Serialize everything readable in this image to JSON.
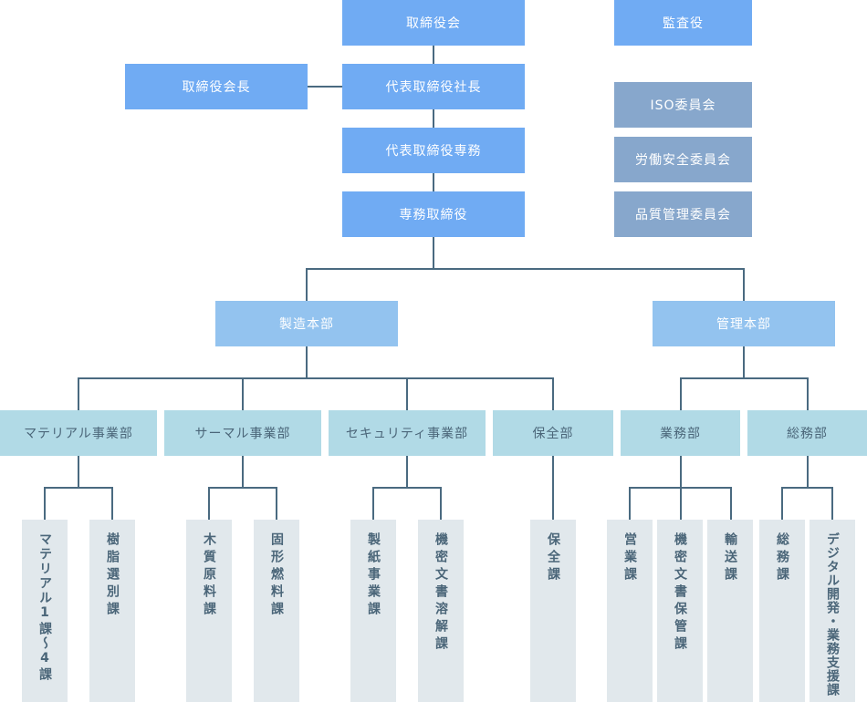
{
  "executives": {
    "board": "取締役会",
    "chairman": "取締役会長",
    "president": "代表取締役社長",
    "rep_senior_md": "代表取締役専務",
    "senior_md": "専務取締役"
  },
  "auditor": "監査役",
  "committees": [
    "ISO委員会",
    "労働安全委員会",
    "品質管理委員会"
  ],
  "headquarters": {
    "manufacturing": "製造本部",
    "management": "管理本部"
  },
  "departments": [
    {
      "name": "マテリアル事業部",
      "sections": [
        "マテリアル1課～4課",
        "樹脂選別課"
      ]
    },
    {
      "name": "サーマル事業部",
      "sections": [
        "木質原料課",
        "固形燃料課"
      ]
    },
    {
      "name": "セキュリティ事業部",
      "sections": [
        "製紙事業課",
        "機密文書溶解課"
      ]
    },
    {
      "name": "保全部",
      "sections": [
        "保全課"
      ]
    },
    {
      "name": "業務部",
      "sections": [
        "営業課",
        "機密文書保管課",
        "輸送課"
      ]
    },
    {
      "name": "総務部",
      "sections": [
        "総務課",
        "デジタル開発・業務支援課"
      ]
    }
  ],
  "colors": {
    "executive": "#70abf3",
    "committee": "#87a7cc",
    "headquarters": "#93c3ef",
    "department": "#b1dae6",
    "section": "#e1e8ec",
    "line": "#4a6a80",
    "dark_text": "#4b6679"
  }
}
